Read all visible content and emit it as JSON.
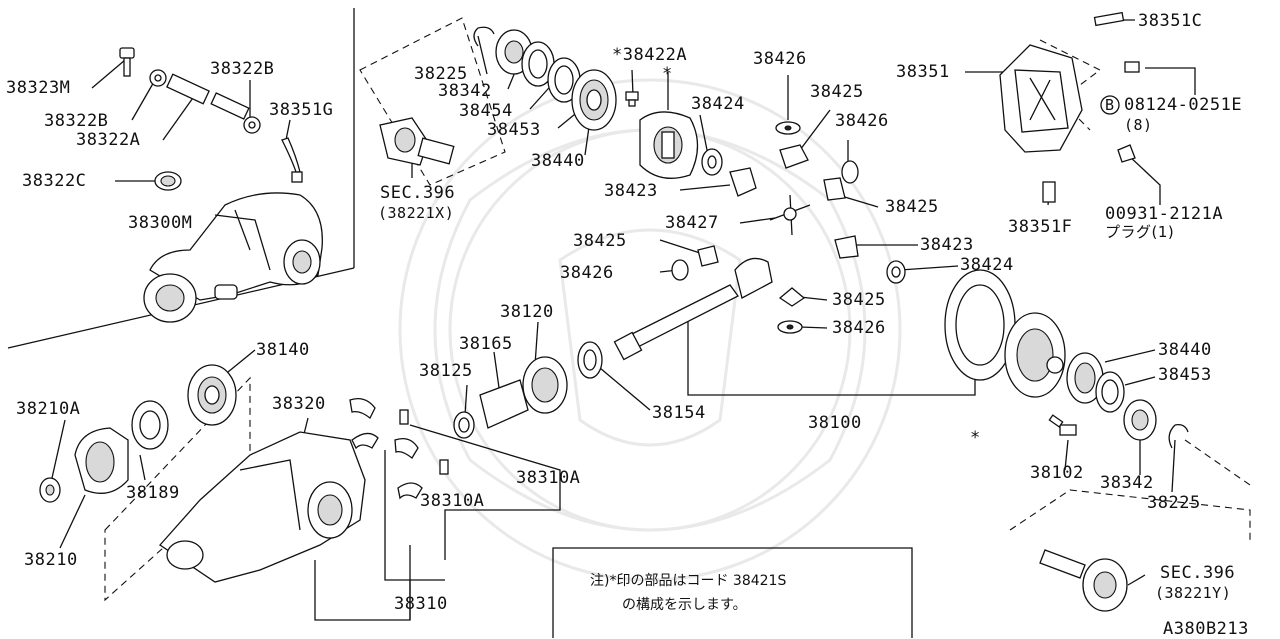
{
  "diagram_id": "A380B213",
  "labels": {
    "p38323M": "38323M",
    "p38322B_a": "38322B",
    "p38322B_b": "38322B",
    "p38322A": "38322A",
    "p38351G": "38351G",
    "p38322C": "38322C",
    "p38300M": "38300M",
    "p38225_a": "38225",
    "p38342_a": "38342",
    "p38454": "38454",
    "p38453_a": "38453",
    "p38440_a": "38440",
    "sec396_a": "SEC.396",
    "sec396_a_sub": "(38221X)",
    "p38422A": "*38422A",
    "star_a": "*",
    "p38424_a": "38424",
    "p38423_a": "38423",
    "p38426_a": "38426",
    "p38425_a": "38425",
    "p38426_b": "38426",
    "p38425_b": "38425",
    "p38427": "38427",
    "p38425_c": "38425",
    "p38426_c": "38426",
    "p38423_b": "38423",
    "p38424_b": "38424",
    "p38425_d": "38425",
    "p38426_d": "38426",
    "p38351C": "38351C",
    "p38351": "38351",
    "b_circle": "B",
    "p08124": "08124-0251E",
    "p08124_qty": "(8)",
    "p38351F": "38351F",
    "p00931": "00931-2121A",
    "p00931_sub": "プラグ(1)",
    "p38140": "38140",
    "p38210A": "38210A",
    "p38189": "38189",
    "p38210": "38210",
    "p38320": "38320",
    "p38120": "38120",
    "p38165": "38165",
    "p38125": "38125",
    "p38154": "38154",
    "p38310A_a": "38310A",
    "p38310A_b": "38310A",
    "p38310": "38310",
    "p38100": "38100",
    "p38440_b": "38440",
    "p38453_b": "38453",
    "star_b": "*",
    "p38102": "38102",
    "p38342_b": "38342",
    "p38225_b": "38225",
    "sec396_b": "SEC.396",
    "sec396_b_sub": "(38221Y)"
  },
  "note": {
    "line1": "注)*印の部品はコード 38421S",
    "line2": "の構成を示します。"
  }
}
